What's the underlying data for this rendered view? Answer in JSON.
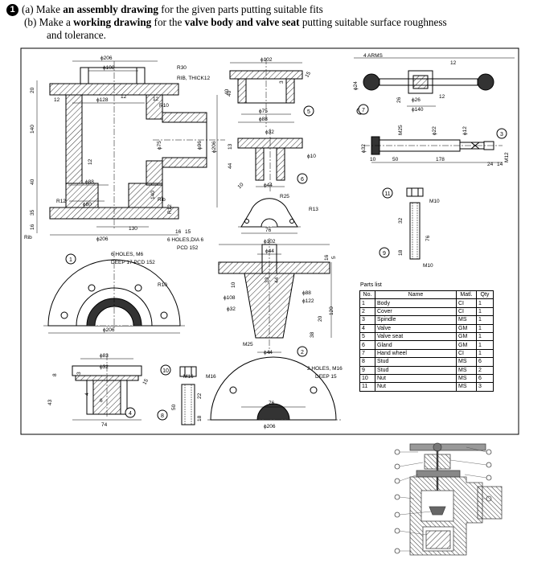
{
  "question": {
    "number": "1",
    "line_a": {
      "lead": "(a) Make ",
      "bold": "an assembly drawing",
      "rest": " for the given parts putting suitable fits"
    },
    "line_b": {
      "lead": "(b) Make a ",
      "bold": "working drawing",
      "rest": " for the ",
      "bold2": "valve body and valve seat",
      "rest2": " putting suitable surface roughness"
    },
    "line_c": "and tolerance."
  },
  "body_labels": {
    "d206": "ϕ206",
    "d108": "ϕ108",
    "r30": "R30",
    "rib": "RIB, THICK12",
    "d128": "ϕ128",
    "r10": "R10",
    "t12a": "12",
    "t12b": "12",
    "t12c": "12",
    "v20": "20",
    "v140": "140",
    "v40": "40",
    "v35": "35",
    "v16": "16",
    "v12": "12",
    "d75": "ϕ75",
    "d96": "ϕ96",
    "d206v": "ϕ206",
    "v40b": "40",
    "d88": "ϕ88",
    "d80": "ϕ80",
    "v140b": "140",
    "rib2": "Rib",
    "r12": "R12",
    "v130": "130",
    "d206b": "ϕ206",
    "v16b": "16",
    "v15": "15",
    "holes6": "6 HOLES,DIA 6",
    "pcd152": "PCD 152",
    "rib_left": "Rib",
    "r12b": "R12"
  },
  "flange_labels": {
    "holes": "6 HOLES, M6",
    "deep": "DEEP 17 PCD 152",
    "r10": "R10",
    "d206": "ϕ206"
  },
  "cover_labels": {
    "d102": "ϕ102",
    "d75": "ϕ75",
    "d88": "ϕ88",
    "v40": "40",
    "v3": "3",
    "v15": "15"
  },
  "seat_labels": {
    "d32": "ϕ32",
    "d10": "ϕ10",
    "v13": "13",
    "v44": "44",
    "v10": "10",
    "d44": "ϕ44"
  },
  "gland_labels": {
    "r25": "R25",
    "r13": "R13",
    "v76": "76"
  },
  "handwheel_labels": {
    "arms": "4 ARMS",
    "v12": "12",
    "d24": "ϕ24",
    "v26": "26",
    "d26": "ϕ26",
    "d140": "ϕ140",
    "v12b": "12"
  },
  "spindle_labels": {
    "m25": "M25",
    "d22": "ϕ22",
    "d12": "ϕ12",
    "d32": "ϕ32",
    "v10": "10",
    "v50": "50",
    "v178": "178",
    "v24": "24",
    "v14": "14",
    "m12": "M12"
  },
  "stud_labels": {
    "m10": "M10",
    "v32": "32",
    "v76": "76",
    "v18": "18",
    "m10b": "M10"
  },
  "valve_labels": {
    "d102": "ϕ102",
    "d44": "ϕ44",
    "v33": "33",
    "v44": "44",
    "v16": "16",
    "v5": "5",
    "d88": "ϕ88",
    "d122": "ϕ122",
    "v10": "10",
    "d108": "ϕ108",
    "d32": "ϕ32",
    "v120": "120",
    "v38": "38",
    "v20": "20",
    "m25": "M25",
    "d44b": "ϕ44"
  },
  "gland2_labels": {
    "holes": "2 HOLES, M16",
    "deep": "DEEP 15",
    "v76": "76",
    "d206": "ϕ206"
  },
  "seat2_labels": {
    "d83": "ϕ83",
    "d32": "ϕ32",
    "v3": "3",
    "v8": "8",
    "v15": "15",
    "v43": "43",
    "v6": "6",
    "v74": "74",
    "v4": "4"
  },
  "nut_labels": {
    "m16": "M16",
    "m16b": "M16",
    "v22": "22",
    "v18": "18",
    "v50": "50"
  },
  "callouts": [
    "1",
    "2",
    "3",
    "4",
    "5",
    "6",
    "7",
    "8",
    "9",
    "10",
    "11"
  ],
  "parts_list": {
    "caption": "Parts list",
    "headers": [
      "No.",
      "Name",
      "Matl.",
      "Qty"
    ],
    "rows": [
      [
        "1",
        "Body",
        "CI",
        "1"
      ],
      [
        "2",
        "Cover",
        "CI",
        "1"
      ],
      [
        "3",
        "Spindle",
        "MS",
        "1"
      ],
      [
        "4",
        "Valve",
        "GM",
        "1"
      ],
      [
        "5",
        "Valve seat",
        "GM",
        "1"
      ],
      [
        "6",
        "Gland",
        "GM",
        "1"
      ],
      [
        "7",
        "Hand wheel",
        "CI",
        "1"
      ],
      [
        "8",
        "Stud",
        "MS",
        "6"
      ],
      [
        "9",
        "Stud",
        "MS",
        "2"
      ],
      [
        "10",
        "Nut",
        "MS",
        "6"
      ],
      [
        "11",
        "Nut",
        "MS",
        "3"
      ]
    ]
  }
}
